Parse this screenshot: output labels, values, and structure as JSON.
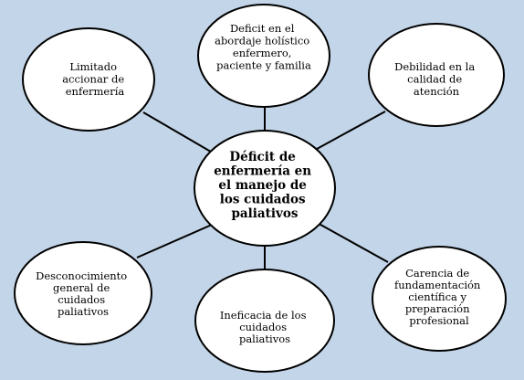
{
  "colors": {
    "background": "#c3d5e8",
    "node_fill": "#ffffff",
    "stroke": "#000000"
  },
  "center": {
    "lines": [
      "Déficit de",
      "enfermería en",
      "el manejo de",
      "los cuidados",
      "paliativos"
    ]
  },
  "nodes": [
    {
      "id": "abordaje",
      "lines": [
        "Deficit en el",
        "abordaje holístico",
        "enfermero,",
        "paciente y familia"
      ]
    },
    {
      "id": "calidad",
      "lines": [
        "Debilidad en la",
        "calidad de",
        "atención"
      ]
    },
    {
      "id": "fundamentacion",
      "lines": [
        "Carencia de",
        "fundamentación",
        "científica y",
        "preparación",
        "profesional"
      ]
    },
    {
      "id": "ineficacia",
      "lines": [
        "Ineficacia de los",
        "cuidados",
        "paliativos"
      ]
    },
    {
      "id": "desconocimiento",
      "lines": [
        "Desconocimiento",
        "general de",
        "cuidados",
        "paliativos"
      ]
    },
    {
      "id": "limitado",
      "lines": [
        "Limitado",
        "accionar de",
        "enfermería"
      ]
    }
  ]
}
